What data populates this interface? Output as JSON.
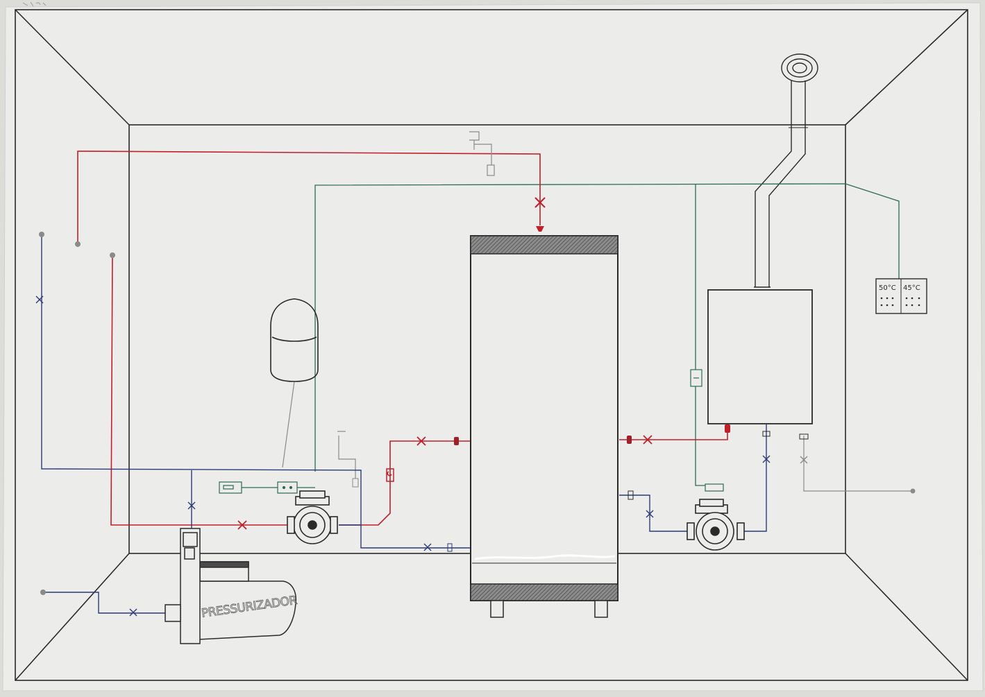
{
  "diagram": {
    "labels": {
      "pressurizer": "PRESSURIZADOR",
      "controller_left": "50°C",
      "controller_right": "45°C"
    },
    "colors": {
      "paper": "#ececea",
      "background": "#dcdcd8",
      "pencil": "#2a2a2a",
      "hot_supply": "#c0202a",
      "return_line": "#2a3a7a",
      "signal_line": "#2d6b50",
      "grey_line": "#8a8a8a",
      "tank_band": "#6e6e6e"
    }
  }
}
